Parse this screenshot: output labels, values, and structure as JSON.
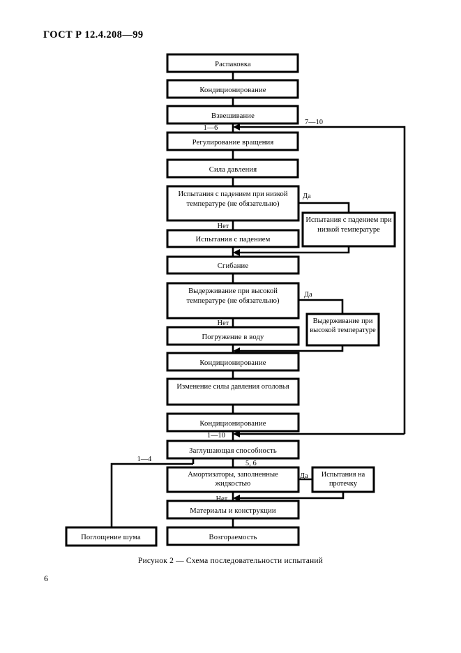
{
  "document": {
    "standard_number": "ГОСТ Р 12.4.208—99",
    "page_number": "6",
    "figure_caption": "Рисунок 2 — Схема последовательности испытаний"
  },
  "flowchart": {
    "title": "Схема последовательности испытаний",
    "main_boxes": [
      {
        "id": "unpack",
        "label": "Распаковка"
      },
      {
        "id": "conditioning-1",
        "label": "Кондиционирование"
      },
      {
        "id": "weighing",
        "label": "Взвешивание"
      },
      {
        "id": "rotation-adjustment",
        "label": "Регулирование вращения"
      },
      {
        "id": "pressure-force",
        "label": "Сила давления"
      },
      {
        "id": "drop-low-temp-optional",
        "label": "Испытания с падением при низкой температуре (не обязательно)"
      },
      {
        "id": "drop-test",
        "label": "Испытания с падением"
      },
      {
        "id": "bending",
        "label": "Сгибание"
      },
      {
        "id": "high-temp-optional",
        "label": "Выдерживание при высокой температуре (не обязательно)"
      },
      {
        "id": "water-immersion",
        "label": "Погружение в воду"
      },
      {
        "id": "conditioning-2",
        "label": "Кондиционирование"
      },
      {
        "id": "headband-force-change",
        "label": "Изменение силы давления оголовья"
      },
      {
        "id": "conditioning-3",
        "label": "Кондиционирование"
      },
      {
        "id": "muffling-ability",
        "label": "Заглушающая способность"
      },
      {
        "id": "liquid-filled-cushions",
        "label": "Амортизаторы, заполненные жидкостью"
      },
      {
        "id": "materials-construction",
        "label": "Материалы и конструкции"
      },
      {
        "id": "flammability",
        "label": "Возгораемость"
      }
    ],
    "side_boxes": [
      {
        "id": "drop-low-temp",
        "label": "Испытания с падением при низкой температуре"
      },
      {
        "id": "high-temp-hold",
        "label": "Выдерживание при высокой температуре"
      },
      {
        "id": "leak-test",
        "label": "Испытания на протечку"
      },
      {
        "id": "noise-absorption",
        "label": "Поглощение шума"
      }
    ],
    "edge_labels": [
      {
        "id": "label-1-6",
        "text": "1—6"
      },
      {
        "id": "label-7-10",
        "text": "7—10"
      },
      {
        "id": "label-yes-low-temp",
        "text": "Да"
      },
      {
        "id": "label-no-low-temp",
        "text": "Нет"
      },
      {
        "id": "label-yes-high-temp",
        "text": "Да"
      },
      {
        "id": "label-no-high-temp",
        "text": "Нет"
      },
      {
        "id": "label-1-10",
        "text": "1—10"
      },
      {
        "id": "label-1-4",
        "text": "1—4"
      },
      {
        "id": "label-5-6",
        "text": "5, 6"
      },
      {
        "id": "label-yes-leak",
        "text": "Да"
      },
      {
        "id": "label-no-leak",
        "text": "Нет"
      }
    ]
  },
  "colors": {
    "page_background": "#ffffff",
    "ink": "#000000",
    "box_fill": "#ffffff"
  }
}
